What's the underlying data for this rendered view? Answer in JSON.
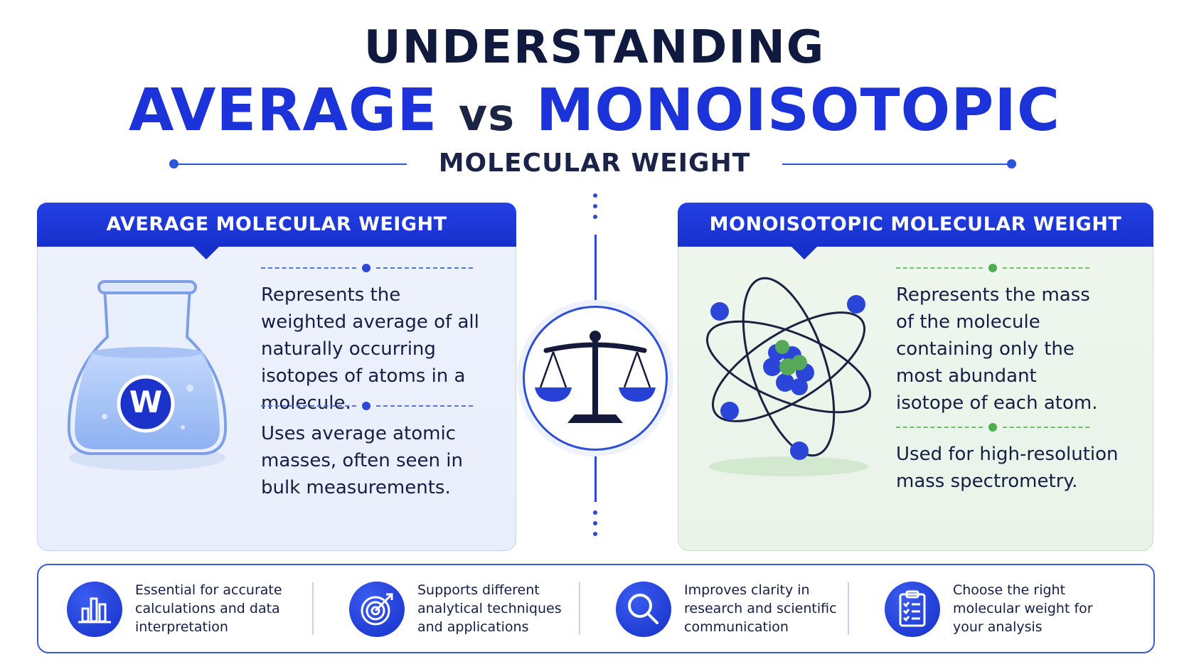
{
  "header": {
    "title_line1": "UNDERSTANDING",
    "title_word_average": "AVERAGE",
    "title_word_vs": "vs",
    "title_word_mono": "MONOISOTOPIC",
    "subtitle": "MOLECULAR WEIGHT"
  },
  "left_panel": {
    "title": "AVERAGE MOLECULAR WEIGHT",
    "badge_letter": "W",
    "text1": "Represents the weighted average of all naturally occurring isotopes of atoms in a molecule.",
    "text2": "Uses average atomic masses, often seen in bulk measurements."
  },
  "right_panel": {
    "title": "MONOISOTOPIC MOLECULAR WEIGHT",
    "text1": "Represents the mass of the molecule containing only the most abundant isotope of each atom.",
    "text2": "Used for high-resolution mass spectrometry."
  },
  "features": [
    {
      "icon": "bar-chart-icon",
      "text": "Essential for accurate calculations and data interpretation"
    },
    {
      "icon": "target-icon",
      "text": "Supports different analytical techniques and applications"
    },
    {
      "icon": "magnifier-icon",
      "text": "Improves clarity in research and scientific communication"
    },
    {
      "icon": "clipboard-checklist-icon",
      "text": "Choose the right molecular weight for your analysis"
    }
  ],
  "colors": {
    "primary_blue": "#1b33d8",
    "dark_navy": "#101a3e",
    "left_panel_bg": "#eef2fc",
    "right_panel_bg": "#eff7ee",
    "accent_green": "#4caf50"
  }
}
